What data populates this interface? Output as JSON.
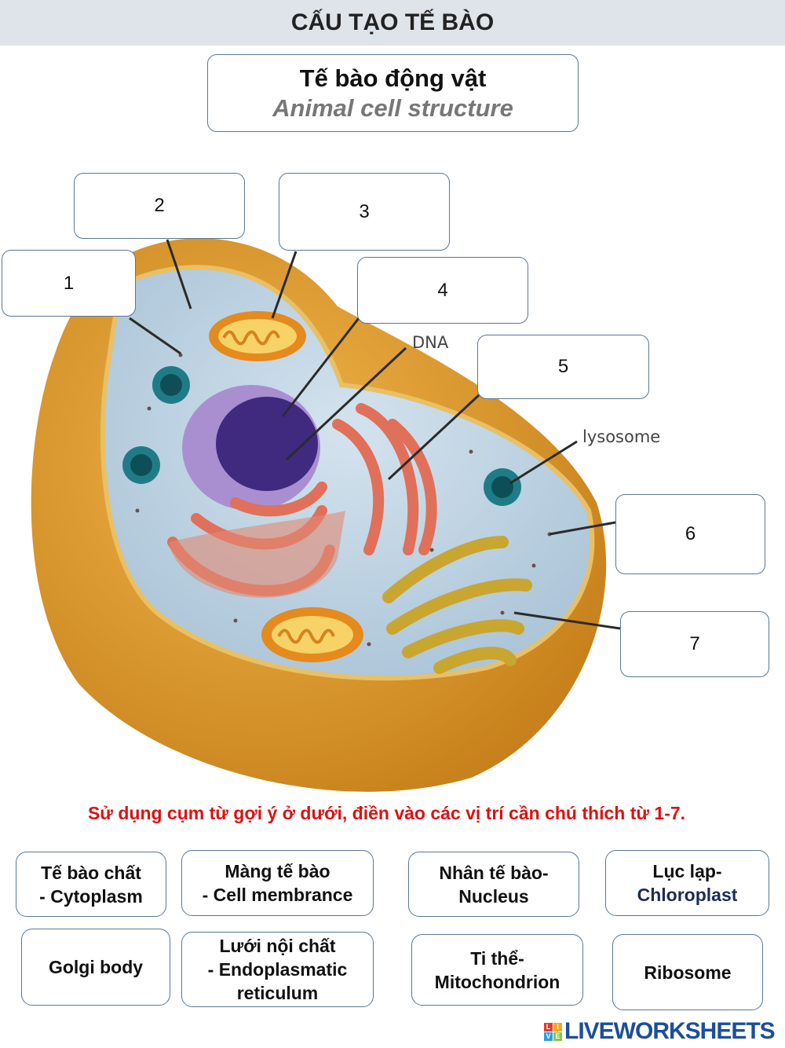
{
  "header": {
    "title": "CẤU TẠO TẾ BÀO"
  },
  "title_box": {
    "vietnamese": "Tế bào động vật",
    "english": "Animal cell structure"
  },
  "diagram": {
    "printed_labels": {
      "dna": "DNA",
      "lysosome": "lysosome"
    },
    "answer_boxes": [
      "1",
      "2",
      "3",
      "4",
      "5",
      "6",
      "7"
    ],
    "colors": {
      "membrane": "#d99a2b",
      "cytoplasm": "#c3d6e4",
      "nucleus": "#8a6bb8",
      "er": "#e0705a",
      "golgi": "#c9a630",
      "lysosome": "#1f7c86"
    }
  },
  "instruction": "Sử dụng cụm từ gợi ý ở dưới, điền vào các vị trí cần chú thích từ 1-7.",
  "word_bank": [
    {
      "line1": "Tế bào chất",
      "line2": "- Cytoplasm"
    },
    {
      "line1": "Màng tế bào",
      "line2": "- Cell membrance"
    },
    {
      "line1": "Nhân tế bào-",
      "line2": "Nucleus"
    },
    {
      "line1": "Lục lạp-",
      "line2": "Chloroplast"
    },
    {
      "line1": "Golgi body"
    },
    {
      "line1": "Lưới nội chất",
      "line2": "- Endoplasmatic",
      "line3": "reticulum"
    },
    {
      "line1": "Ti thể-",
      "line2": "Mitochondrion"
    },
    {
      "line1": "Ribosome"
    }
  ],
  "logo": {
    "text": "LIVEWORKSHEETS",
    "mark": [
      "L",
      "I",
      "V",
      "E"
    ]
  }
}
